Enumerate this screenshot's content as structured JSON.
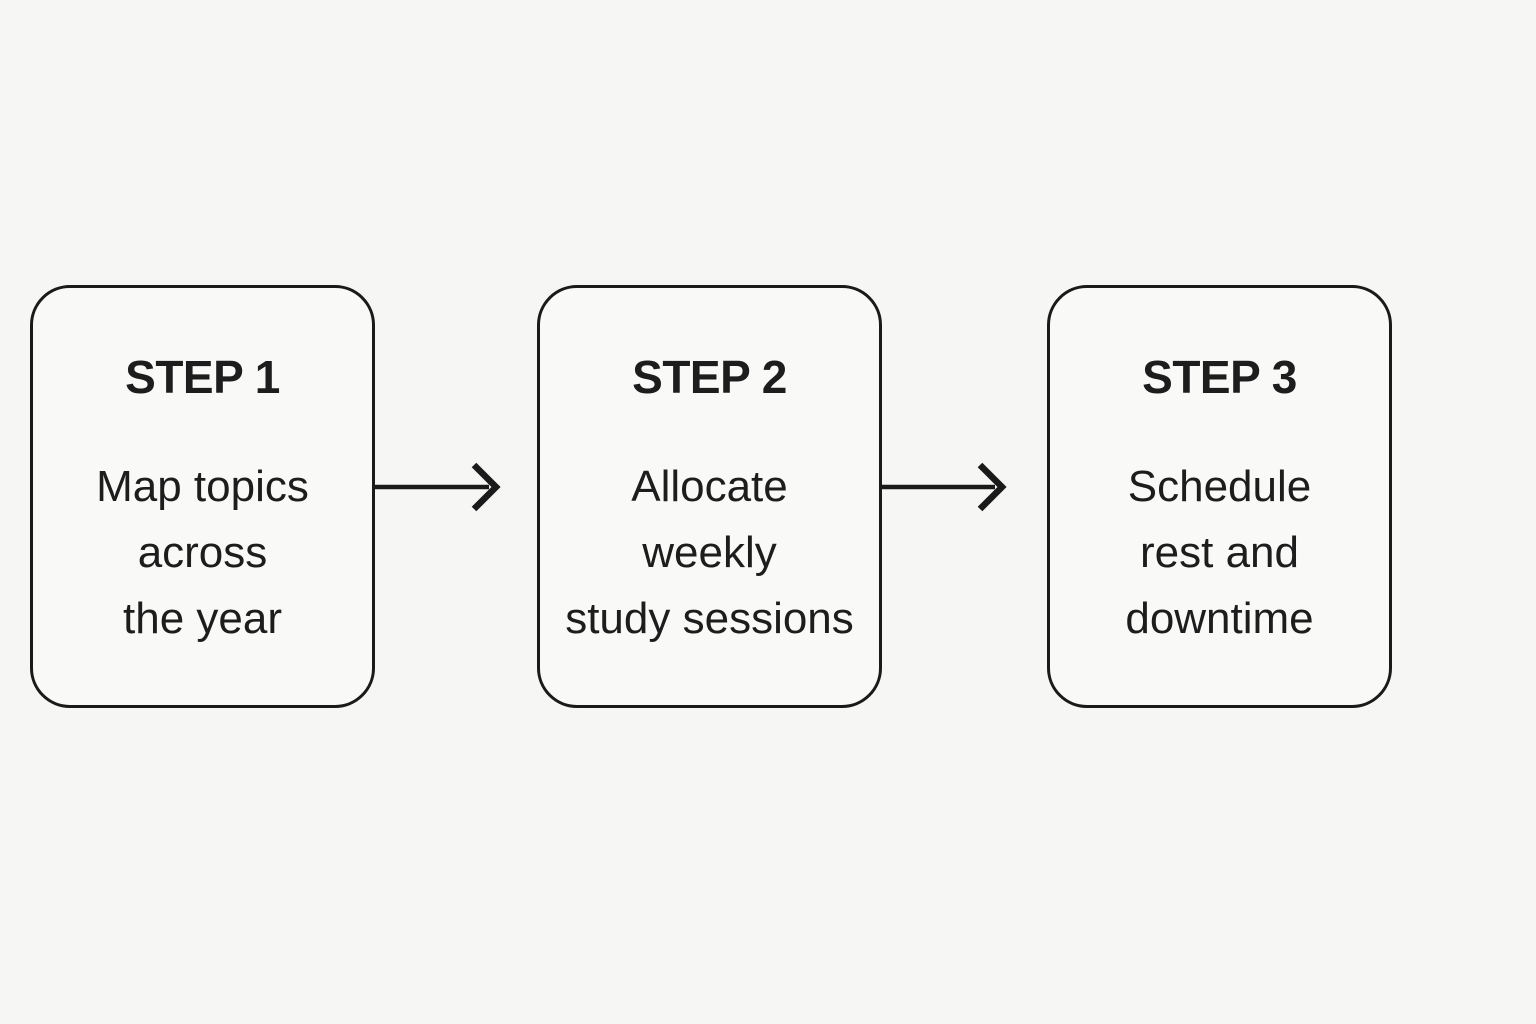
{
  "diagram": {
    "type": "flow",
    "direction": "left-to-right",
    "colors": {
      "page_background": "#f6f6f5",
      "box_fill": "#f9f9f8",
      "box_border": "#1a1a1a",
      "text": "#1d1d1d",
      "arrow": "#1a1a1a"
    },
    "steps": [
      {
        "label": "STEP 1",
        "body": "Map topics\nacross\nthe year"
      },
      {
        "label": "STEP 2",
        "body": "Allocate\nweekly\nstudy sessions"
      },
      {
        "label": "STEP 3",
        "body": "Schedule\nrest and\ndowntime"
      }
    ],
    "connectors": [
      {
        "from": "STEP 1",
        "to": "STEP 2",
        "icon": "arrow-right-icon"
      },
      {
        "from": "STEP 2",
        "to": "STEP 3",
        "icon": "arrow-right-icon"
      }
    ]
  }
}
